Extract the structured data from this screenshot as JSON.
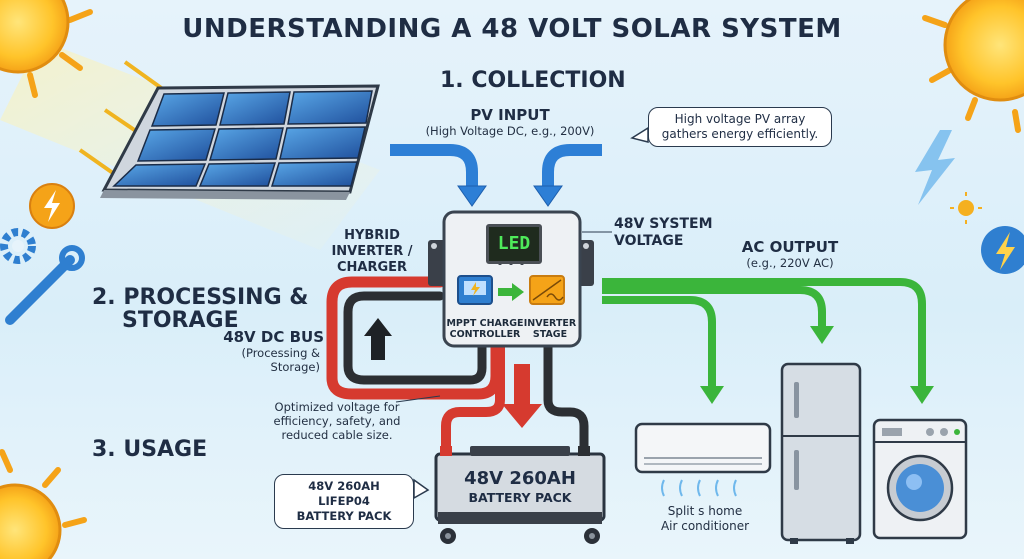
{
  "title": "UNDERSTANDING A 48 VOLT SOLAR SYSTEM",
  "sections": {
    "collection": "1. COLLECTION",
    "processing_line1": "2. PROCESSING &",
    "processing_line2": "STORAGE",
    "usage": "3. USAGE"
  },
  "pv_input": {
    "label": "PV INPUT",
    "detail": "(High Voltage DC, e.g., 200V)"
  },
  "pv_bubble": {
    "line1": "High voltage PV array",
    "line2": "gathers energy efficiently."
  },
  "inverter": {
    "label_line1": "HYBRID",
    "label_line2": "INVERTER /",
    "label_line3": "CHARGER",
    "display": "LED",
    "mppt_line1": "MPPT CHARGE",
    "mppt_line2": "CONTROLLER",
    "stage_line1": "INVERTER",
    "stage_line2": "STAGE"
  },
  "system_voltage": {
    "line1": "48V SYSTEM",
    "line2": "VOLTAGE"
  },
  "ac_output": {
    "label": "AC OUTPUT",
    "detail": "(e.g., 220V AC)"
  },
  "dc_bus": {
    "label": "48V DC BUS",
    "detail_line1": "(Processing &",
    "detail_line2": "Storage)"
  },
  "optimized_note": {
    "line1": "Optimized voltage for",
    "line2": "efficiency, safety, and",
    "line3": "reduced cable size."
  },
  "battery": {
    "bubble_line1": "48V 260AH LIFEP04",
    "bubble_line2": "BATTERY PACK",
    "front_line1": "48V 260AH",
    "front_line2": "BATTERY PACK"
  },
  "appliances": {
    "ac_line1": "Split s home",
    "ac_line2": "Air conditioner"
  },
  "icons": [
    "sun-icon",
    "solar-panel-icon",
    "lightning-icon",
    "gear-icon",
    "wrench-icon",
    "battery-icon",
    "air-conditioner-icon",
    "refrigerator-icon",
    "washing-machine-icon"
  ],
  "colors": {
    "pv_arrow": "#2d7fd6",
    "ac_line": "#3bb53b",
    "dc_positive": "#d63a2f",
    "dc_negative": "#2c2f33",
    "title": "#1f2d44"
  }
}
